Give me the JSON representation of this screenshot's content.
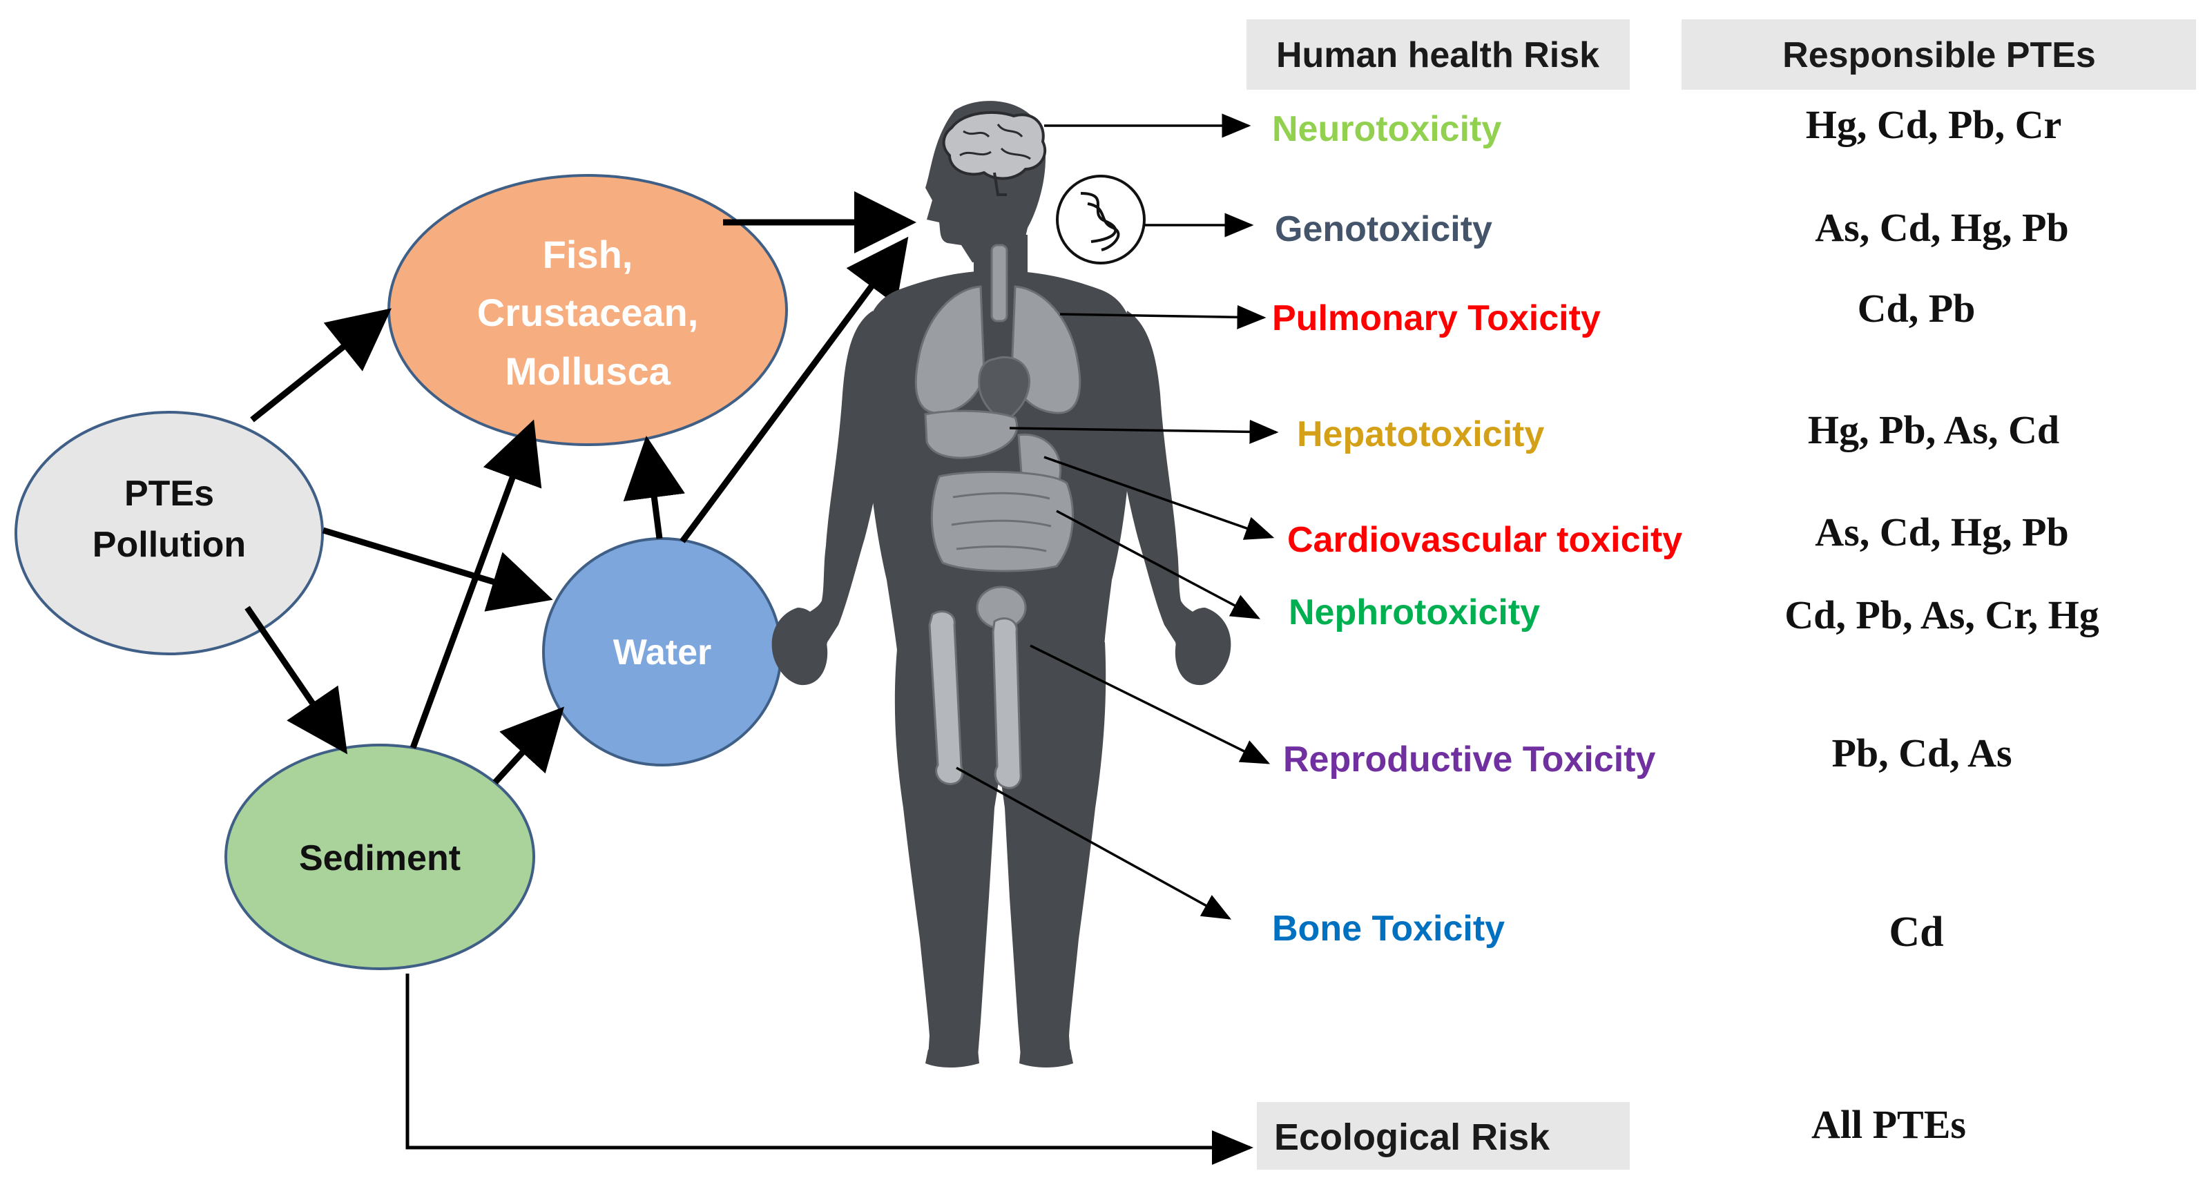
{
  "headers": {
    "human_health_risk": "Human health Risk",
    "responsible_ptes": "Responsible PTEs"
  },
  "nodes": {
    "ptes_pollution": [
      "PTEs",
      "Pollution"
    ],
    "fish": [
      "Fish,",
      "Crustacean,",
      "Mollusca"
    ],
    "water": "Water",
    "sediment": "Sediment"
  },
  "risks": [
    {
      "label": "Neurotoxicity",
      "color": "#92d050",
      "ptes": "Hg, Cd, Pb, Cr"
    },
    {
      "label": "Genotoxicity",
      "color": "#44546a",
      "ptes": "As, Cd, Hg, Pb"
    },
    {
      "label": "Pulmonary Toxicity",
      "color": "#ff0000",
      "ptes": "Cd, Pb"
    },
    {
      "label": "Hepatotoxicity",
      "color": "#d4a017",
      "ptes": "Hg, Pb, As, Cd"
    },
    {
      "label": "Cardiovascular toxicity",
      "color": "#ff0000",
      "ptes": "As, Cd, Hg, Pb"
    },
    {
      "label": "Nephrotoxicity",
      "color": "#00b050",
      "ptes": "Cd, Pb, As, Cr, Hg"
    },
    {
      "label": "Reproductive Toxicity",
      "color": "#7030a0",
      "ptes": "Pb, Cd, As"
    },
    {
      "label": "Bone Toxicity",
      "color": "#0070c0",
      "ptes": "Cd"
    }
  ],
  "ecological": {
    "label": "Ecological Risk",
    "ptes": "All PTEs"
  },
  "colors": {
    "ptes_fill": "#e6e6e6",
    "fish_fill": "#f6ae80",
    "water_fill": "#7da7dc",
    "sediment_fill": "#a9d39a",
    "header_bg": "#e7e7e7",
    "body_silhouette": "#474a4f",
    "organ_grey": "#9a9ea3"
  },
  "icons": {
    "brain": "brain-icon",
    "dna": "dna-icon",
    "body": "human-body-silhouette"
  }
}
